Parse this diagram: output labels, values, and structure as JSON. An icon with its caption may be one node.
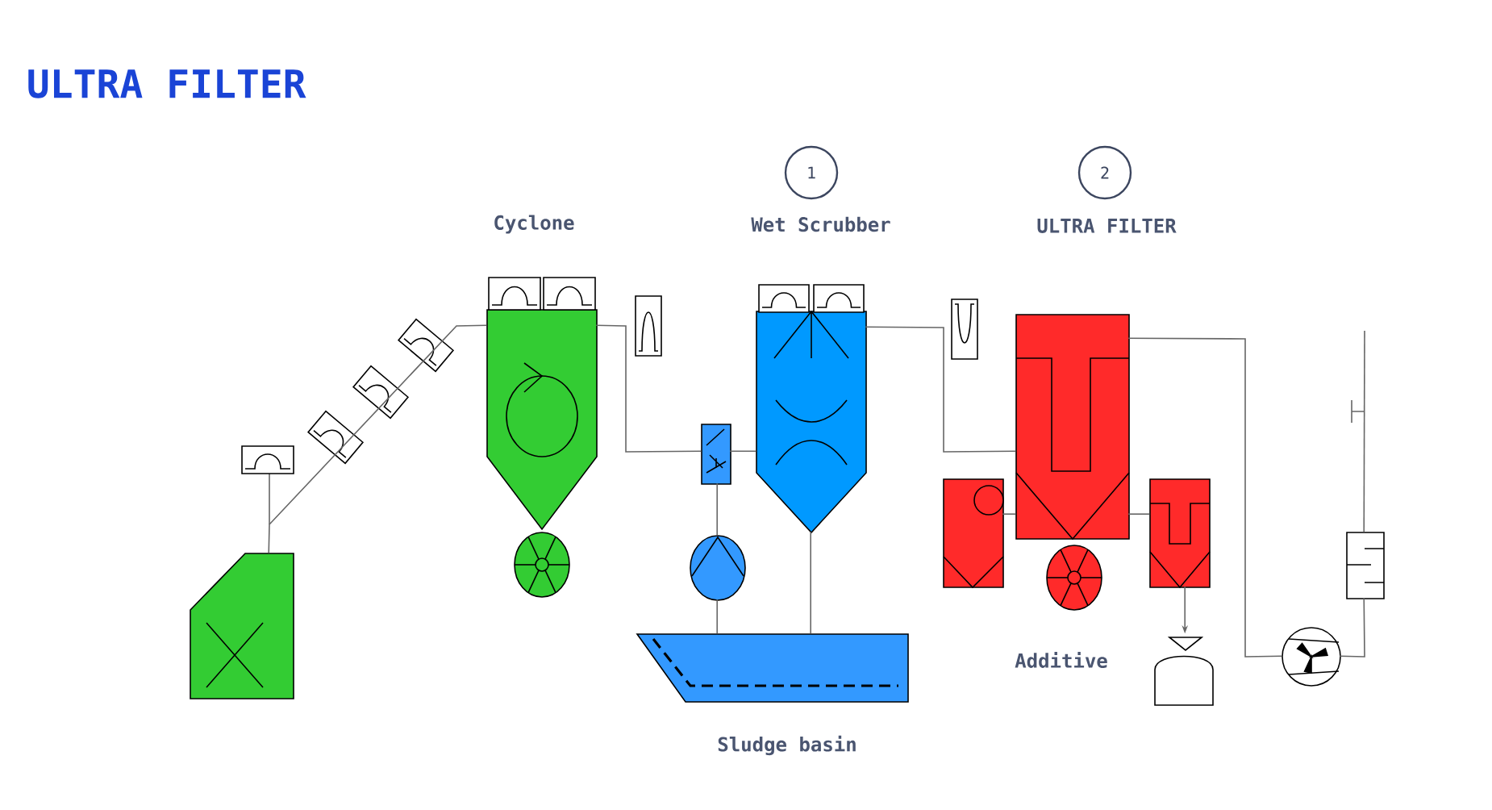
{
  "diagram": {
    "title": "ULTRA FILTER",
    "nodes": [
      {
        "text": [
          "1"
        ]
      },
      {
        "text": [
          "2"
        ]
      },
      {
        "text": [],
        "shape": "hopper"
      },
      {
        "text": [],
        "shape": "cyclone"
      },
      {
        "text": [],
        "shape": "valve"
      },
      {
        "text": [],
        "shape": "valve"
      },
      {
        "text": [],
        "shape": "scrubber"
      },
      {
        "text": [],
        "shape": "pump"
      },
      {
        "text": [],
        "shape": "basin"
      },
      {
        "text": [],
        "shape": "filter"
      },
      {
        "text": [],
        "shape": "box"
      },
      {
        "text": [],
        "shape": "valve"
      },
      {
        "text": [],
        "shape": "filter"
      },
      {
        "text": [],
        "shape": "container"
      },
      {
        "text": [],
        "shape": "fan"
      },
      {
        "text": [],
        "shape": "silencer"
      }
    ],
    "edges": [
      {
        "from": 2,
        "to": 3,
        "arrow": "none"
      },
      {
        "from": 3,
        "to": 5,
        "arrow": "none"
      },
      {
        "from": 5,
        "to": 6,
        "arrow": "none"
      },
      {
        "from": 5,
        "to": 7,
        "arrow": "none"
      },
      {
        "from": 7,
        "to": 8,
        "arrow": "none"
      },
      {
        "from": 6,
        "to": 8,
        "arrow": "none"
      },
      {
        "from": 6,
        "to": 9,
        "arrow": "none"
      },
      {
        "from": 10,
        "to": 9,
        "arrow": "none"
      },
      {
        "from": 9,
        "to": 12,
        "arrow": "none"
      },
      {
        "from": 12,
        "to": 13,
        "arrow": "to"
      },
      {
        "from": 9,
        "to": 14,
        "arrow": "none"
      },
      {
        "from": 14,
        "to": 15,
        "arrow": "none"
      },
      {
        "from": 15,
        "to": null,
        "arrow": "none"
      }
    ],
    "labels": [
      "Cyclone",
      "Wet Scrubber",
      "ULTRA FILTER",
      "Additive",
      "Sludge basin"
    ]
  }
}
